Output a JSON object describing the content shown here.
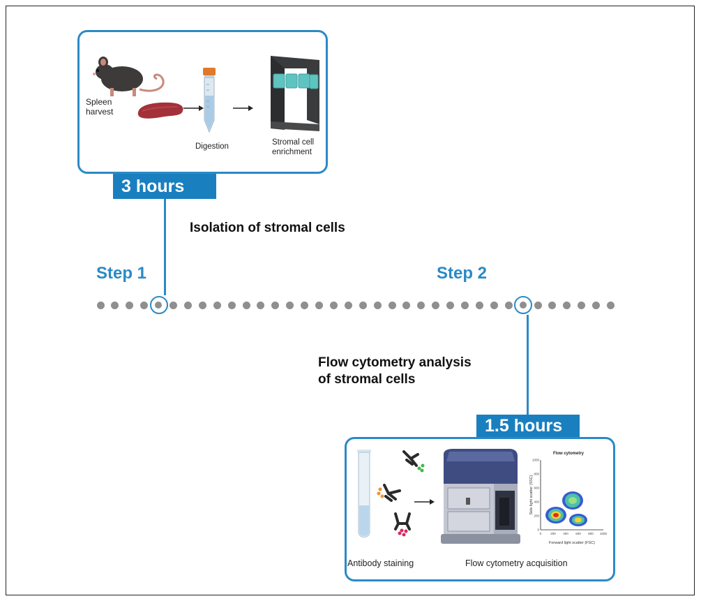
{
  "step1": {
    "label": "Step 1",
    "duration": "3 hours",
    "title": "Isolation of stromal cells",
    "panel": {
      "spleen_label": "Spleen\nharvest",
      "digestion_label": "Digestion",
      "enrichment_label": "Stromal cell\nenrichment"
    }
  },
  "step2": {
    "label": "Step 2",
    "duration": "1.5 hours",
    "title": "Flow cytometry analysis\nof stromal cells",
    "panel": {
      "staining_label": "Antibody staining",
      "acquisition_label": "Flow cytometry acquisition",
      "plot": {
        "title": "Flow cytometry",
        "xlabel": "Forward light scatter (FSC)",
        "ylabel": "Side light scatter (SSC)",
        "xticks": [
          "0",
          "200",
          "400",
          "600",
          "800",
          "1000"
        ],
        "yticks": [
          "0",
          "200",
          "400",
          "600",
          "800",
          "1000"
        ]
      }
    }
  },
  "colors": {
    "accent": "#2a8ac6",
    "badge": "#1a7fbf",
    "dot": "#8f8f8f"
  }
}
